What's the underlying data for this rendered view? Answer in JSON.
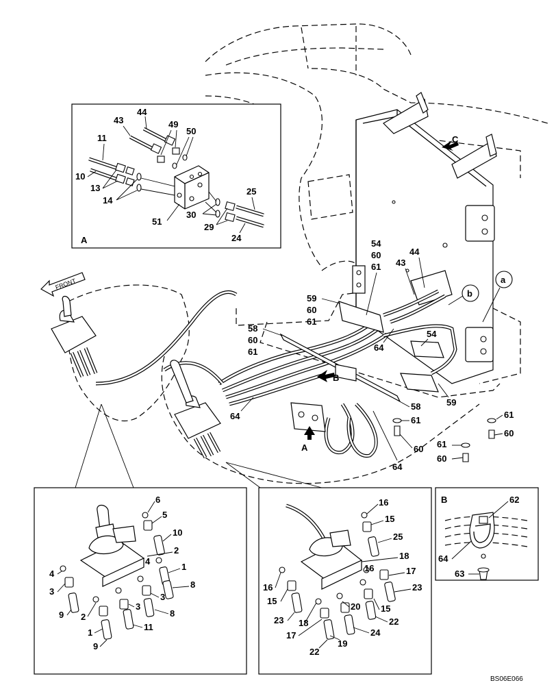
{
  "diagram": {
    "code": "BS06E066",
    "front_label": "FRONT",
    "view_markers": [
      "A",
      "B",
      "C"
    ],
    "circle_markers": [
      "a",
      "b"
    ],
    "main_labels": [
      {
        "id": "m1",
        "text": "54"
      },
      {
        "id": "m2",
        "text": "60"
      },
      {
        "id": "m3",
        "text": "61"
      },
      {
        "id": "m4",
        "text": "43"
      },
      {
        "id": "m5",
        "text": "44"
      },
      {
        "id": "m6",
        "text": "59"
      },
      {
        "id": "m7",
        "text": "60"
      },
      {
        "id": "m8",
        "text": "61"
      },
      {
        "id": "m9",
        "text": "58"
      },
      {
        "id": "m10",
        "text": "60"
      },
      {
        "id": "m11",
        "text": "61"
      },
      {
        "id": "m12",
        "text": "54"
      },
      {
        "id": "m13",
        "text": "64"
      },
      {
        "id": "m14",
        "text": "B"
      },
      {
        "id": "m15",
        "text": "64"
      },
      {
        "id": "m16",
        "text": "A"
      },
      {
        "id": "m17",
        "text": "58"
      },
      {
        "id": "m18",
        "text": "61"
      },
      {
        "id": "m19",
        "text": "60"
      },
      {
        "id": "m20",
        "text": "64"
      },
      {
        "id": "m21",
        "text": "59"
      },
      {
        "id": "m22",
        "text": "61"
      },
      {
        "id": "m23",
        "text": "60"
      },
      {
        "id": "m24",
        "text": "61"
      },
      {
        "id": "m25",
        "text": "60"
      },
      {
        "id": "m26",
        "text": "C"
      }
    ],
    "inset_A": {
      "label": "A",
      "labels": [
        "44",
        "43",
        "49",
        "50",
        "11",
        "10",
        "13",
        "14",
        "25",
        "30",
        "29",
        "51",
        "24"
      ]
    },
    "inset_left": {
      "labels": [
        "6",
        "5",
        "10",
        "2",
        "4",
        "1",
        "4",
        "3",
        "8",
        "3",
        "9",
        "2",
        "3",
        "8",
        "1",
        "11",
        "9"
      ]
    },
    "inset_right": {
      "labels": [
        "16",
        "15",
        "25",
        "18",
        "16",
        "17",
        "16",
        "23",
        "15",
        "20",
        "15",
        "23",
        "18",
        "22",
        "17",
        "24",
        "19",
        "22"
      ]
    },
    "inset_B": {
      "label": "B",
      "labels": [
        "62",
        "64",
        "63"
      ]
    }
  }
}
